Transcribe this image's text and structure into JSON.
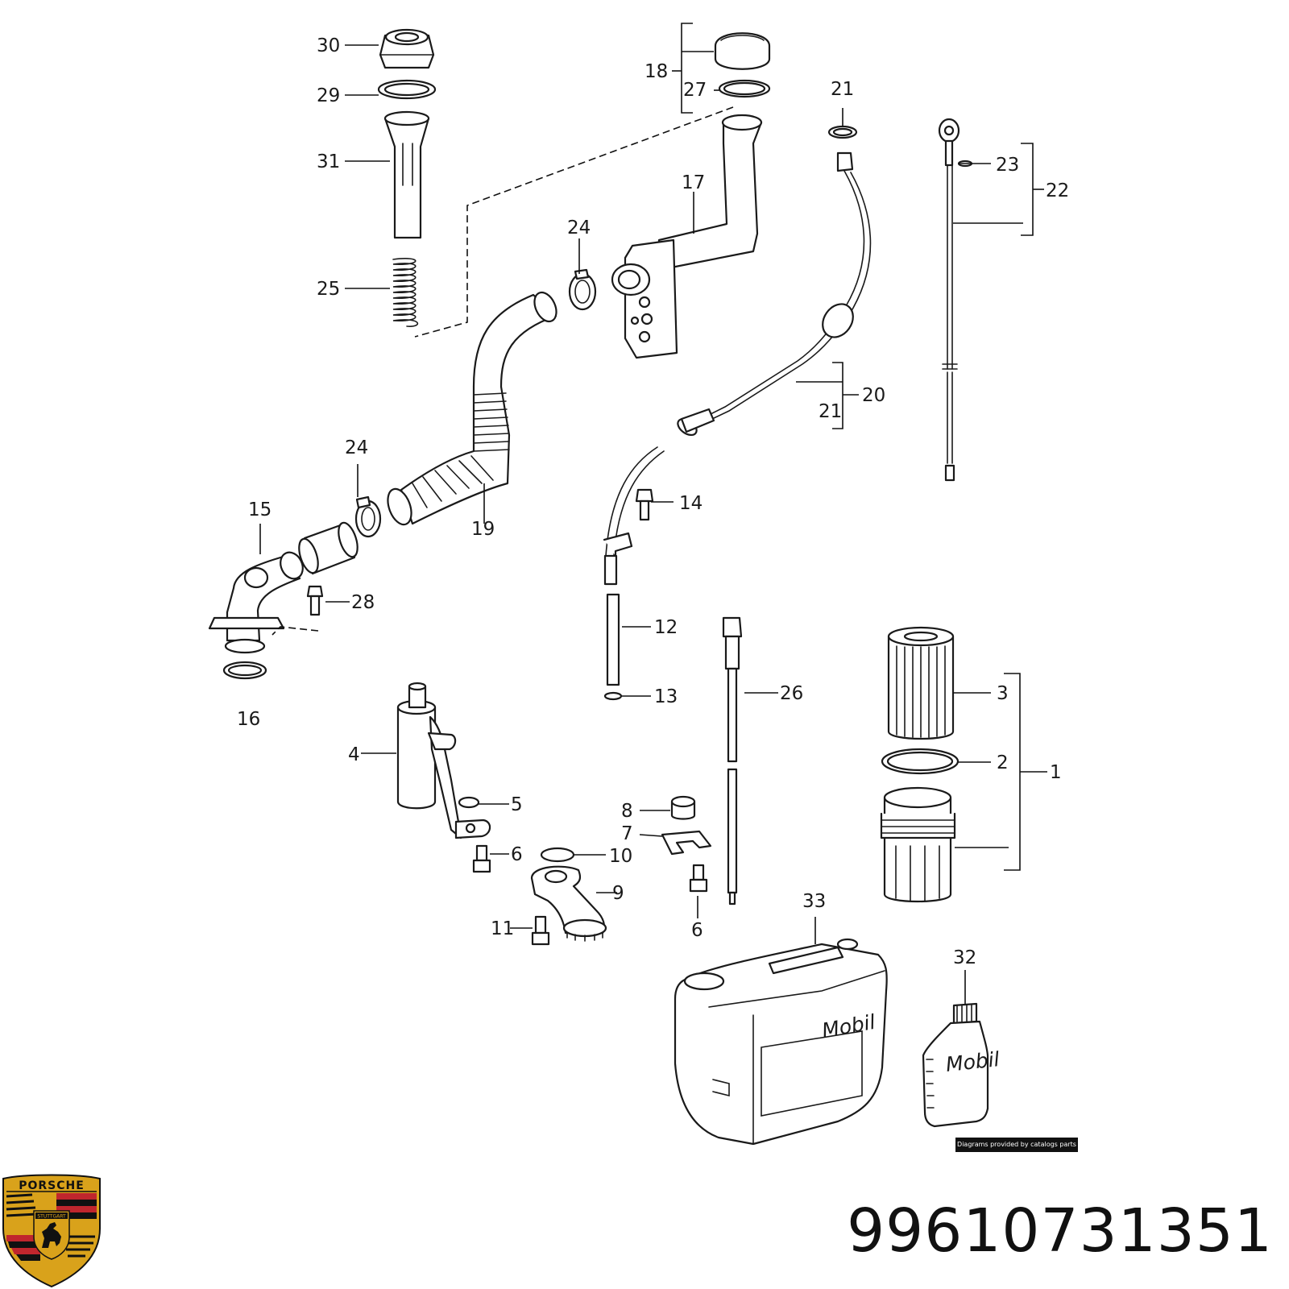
{
  "diagram": {
    "callouts": {
      "c1": "1",
      "c2": "2",
      "c3": "3",
      "c4": "4",
      "c5": "5",
      "c6a": "6",
      "c6b": "6",
      "c7": "7",
      "c8": "8",
      "c9": "9",
      "c10": "10",
      "c11": "11",
      "c12": "12",
      "c13": "13",
      "c14": "14",
      "c15": "15",
      "c16": "16",
      "c17": "17",
      "c18": "18",
      "c19": "19",
      "c20": "20",
      "c21a": "21",
      "c21b": "21",
      "c22": "22",
      "c23": "23",
      "c24a": "24",
      "c24b": "24",
      "c25": "25",
      "c26": "26",
      "c27": "27",
      "c28": "28",
      "c29": "29",
      "c30": "30",
      "c31": "31",
      "c32": "32",
      "c33": "33"
    },
    "brand_labels": {
      "canister": "Mobil",
      "bottle": "Mobil"
    },
    "credit": "Diagrams provided by catalogs parts"
  },
  "part_number": "99610731351",
  "logo": {
    "name": "Porsche crest",
    "top_text": "PORSCHE",
    "city_text": "STUTTGART",
    "colors": {
      "gold": "#d9a21b",
      "red": "#c0262d",
      "black": "#111111"
    }
  }
}
